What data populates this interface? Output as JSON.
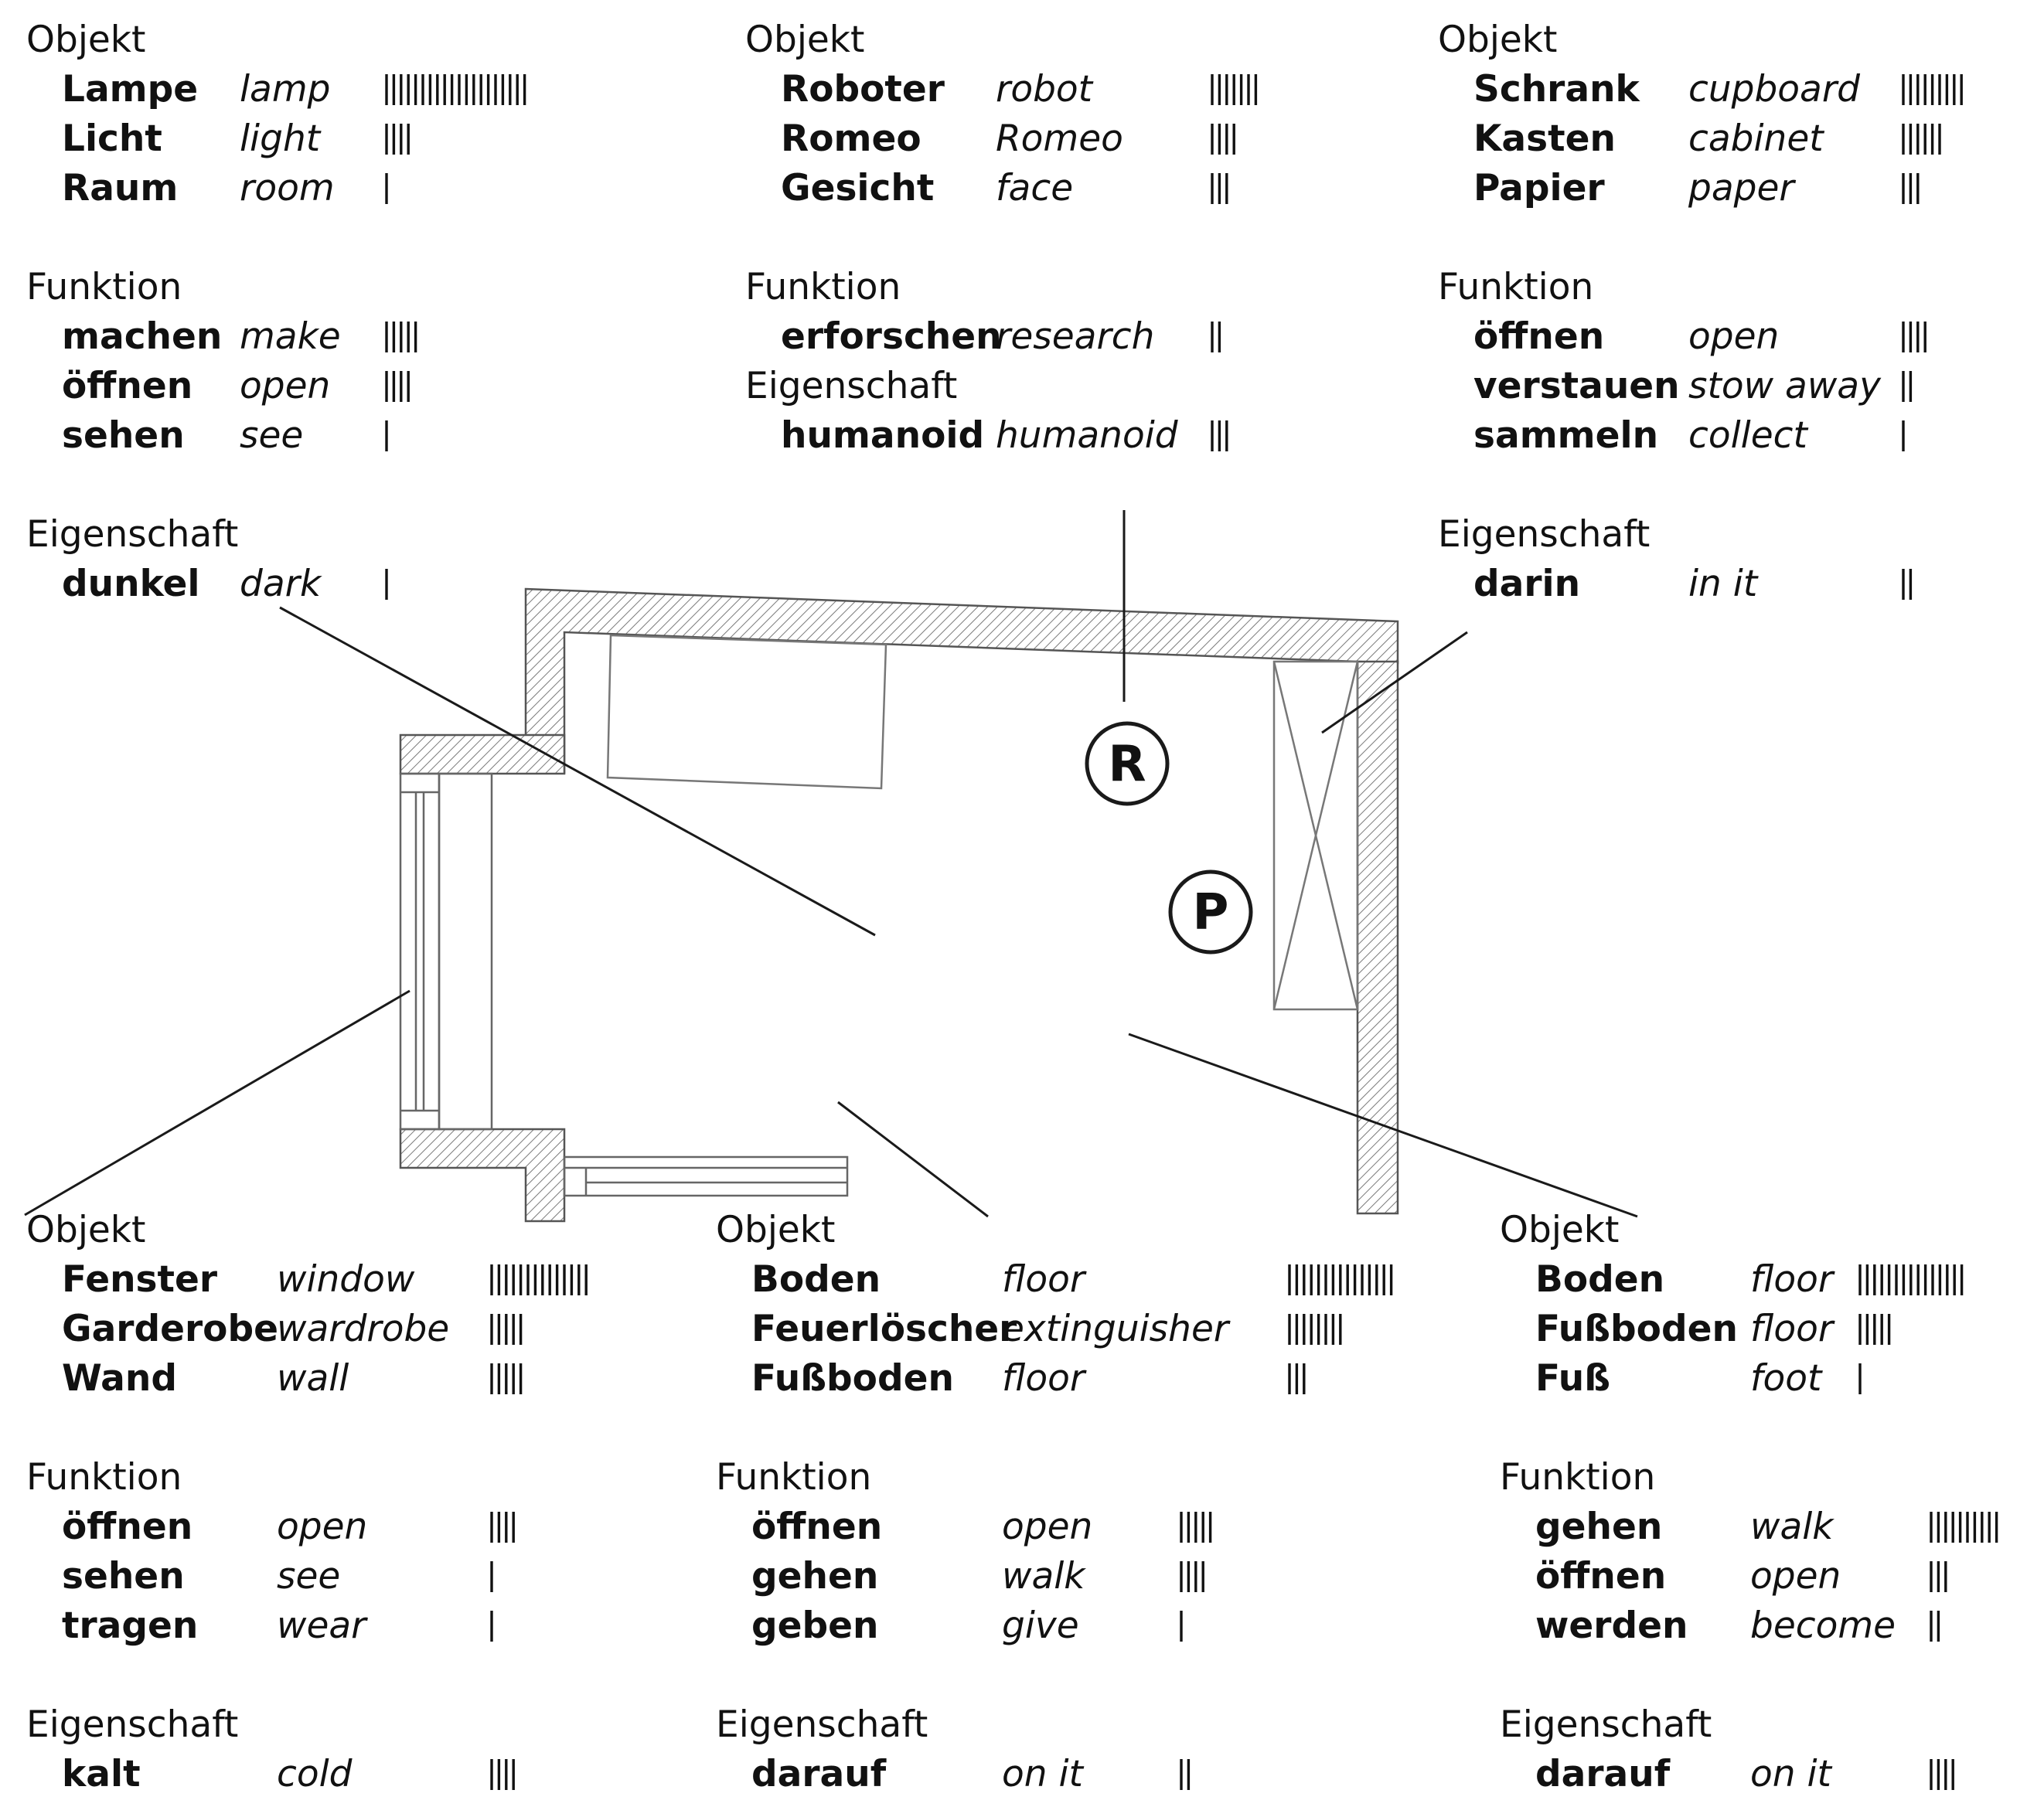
{
  "groups": [
    {
      "sections": [
        {
          "category": "Objekt",
          "entries": [
            {
              "de": "Lampe",
              "en": "lamp",
              "count": 20
            },
            {
              "de": "Licht",
              "en": "light",
              "count": 4
            },
            {
              "de": "Raum",
              "en": "room",
              "count": 1
            }
          ]
        },
        {
          "category": "Funktion",
          "entries": [
            {
              "de": "machen",
              "en": "make",
              "count": 5
            },
            {
              "de": "öffnen",
              "en": "open",
              "count": 4
            },
            {
              "de": "sehen",
              "en": "see",
              "count": 1
            }
          ]
        },
        {
          "category": "Eigenschaft",
          "entries": [
            {
              "de": "dunkel",
              "en": "dark",
              "count": 1
            }
          ]
        }
      ]
    },
    {
      "sections": [
        {
          "category": "Objekt",
          "entries": [
            {
              "de": "Roboter",
              "en": "robot",
              "count": 7
            },
            {
              "de": "Romeo",
              "en": "Romeo",
              "count": 4
            },
            {
              "de": "Gesicht",
              "en": "face",
              "count": 3
            }
          ]
        },
        {
          "category": "Funktion",
          "entries": [
            {
              "de": "erforschen",
              "en": "research",
              "count": 2
            }
          ]
        },
        {
          "category": "Eigenschaft",
          "entries": [
            {
              "de": "humanoid",
              "en": "humanoid",
              "count": 3
            }
          ]
        }
      ]
    },
    {
      "sections": [
        {
          "category": "Objekt",
          "entries": [
            {
              "de": "Schrank",
              "en": "cupboard",
              "count": 9
            },
            {
              "de": "Kasten",
              "en": "cabinet",
              "count": 6
            },
            {
              "de": "Papier",
              "en": "paper",
              "count": 3
            }
          ]
        },
        {
          "category": "Funktion",
          "entries": [
            {
              "de": "öffnen",
              "en": "open",
              "count": 4
            },
            {
              "de": "verstauen",
              "en": "stow away",
              "count": 2
            },
            {
              "de": "sammeln",
              "en": "collect",
              "count": 1
            }
          ]
        },
        {
          "category": "Eigenschaft",
          "entries": [
            {
              "de": "darin",
              "en": "in it",
              "count": 2
            }
          ]
        }
      ]
    },
    {
      "sections": [
        {
          "category": "Objekt",
          "entries": [
            {
              "de": "Fenster",
              "en": "window",
              "count": 14
            },
            {
              "de": "Garderobe",
              "en": "wardrobe",
              "count": 5
            },
            {
              "de": "Wand",
              "en": "wall",
              "count": 5
            }
          ]
        },
        {
          "category": "Funktion",
          "entries": [
            {
              "de": "öffnen",
              "en": "open",
              "count": 4
            },
            {
              "de": "sehen",
              "en": "see",
              "count": 1
            },
            {
              "de": "tragen",
              "en": "wear",
              "count": 1
            }
          ]
        },
        {
          "category": "Eigenschaft",
          "entries": [
            {
              "de": "kalt",
              "en": "cold",
              "count": 4
            }
          ]
        }
      ]
    },
    {
      "sections": [
        {
          "category": "Objekt",
          "entries": [
            {
              "de": "Boden",
              "en": "floor",
              "count": 15
            },
            {
              "de": "Feuerlöscher",
              "en": "extinguisher",
              "count": 8
            },
            {
              "de": "Fußboden",
              "en": "floor",
              "count": 3
            }
          ]
        },
        {
          "category": "Funktion",
          "entries": [
            {
              "de": "öffnen",
              "en": "open",
              "count": 5
            },
            {
              "de": "gehen",
              "en": "walk",
              "count": 4
            },
            {
              "de": "geben",
              "en": "give",
              "count": 1
            }
          ]
        },
        {
          "category": "Eigenschaft",
          "entries": [
            {
              "de": "darauf",
              "en": "on it",
              "count": 2
            }
          ]
        }
      ]
    },
    {
      "sections": [
        {
          "category": "Objekt",
          "entries": [
            {
              "de": "Boden",
              "en": "floor",
              "count": 15
            },
            {
              "de": "Fußboden",
              "en": "floor",
              "count": 5
            },
            {
              "de": "Fuß",
              "en": "foot",
              "count": 1
            }
          ]
        },
        {
          "category": "Funktion",
          "entries": [
            {
              "de": "gehen",
              "en": "walk",
              "count": 10
            },
            {
              "de": "öffnen",
              "en": "open",
              "count": 3
            },
            {
              "de": "werden",
              "en": "become",
              "count": 2
            }
          ]
        },
        {
          "category": "Eigenschaft",
          "entries": [
            {
              "de": "darauf",
              "en": "on it",
              "count": 4
            }
          ]
        }
      ]
    }
  ],
  "markers": {
    "robot": "R",
    "person": "P"
  },
  "colors": {
    "ink": "#111111",
    "line": "#1a1a1a",
    "hatch": "#7a7a7a"
  }
}
